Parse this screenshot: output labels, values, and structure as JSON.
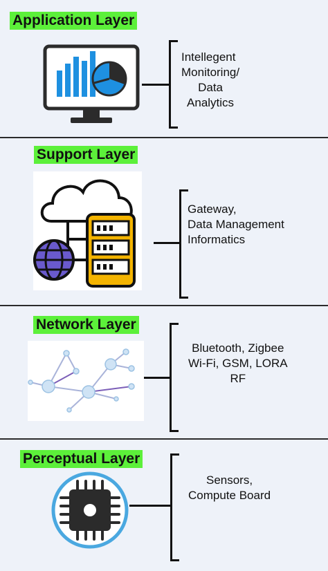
{
  "layers": [
    {
      "title": "Application Layer",
      "icon": "monitor-chart-icon",
      "lines": [
        "Intellegent",
        "Monitoring/",
        "Data",
        "Analytics"
      ]
    },
    {
      "title": "Support Layer",
      "icon": "cloud-server-globe-icon",
      "lines": [
        "Gateway,",
        "Data Management",
        "Informatics"
      ]
    },
    {
      "title": "Network Layer",
      "icon": "network-nodes-icon",
      "lines": [
        "Bluetooth, Zigbee",
        "Wi-Fi, GSM, LORA",
        "RF"
      ]
    },
    {
      "title": "Perceptual Layer",
      "icon": "chip-icon",
      "lines": [
        "Sensors,",
        "Compute Board"
      ]
    }
  ],
  "colors": {
    "highlight": "#5cf03a",
    "accent_blue": "#1e90e0",
    "gold": "#f4b400",
    "background": "#eef2f9"
  }
}
